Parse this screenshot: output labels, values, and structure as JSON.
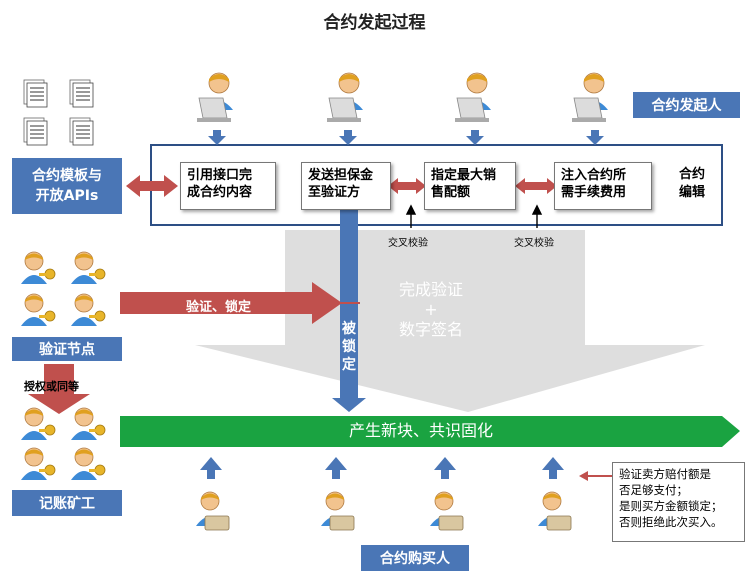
{
  "title": "合约发起过程",
  "initiator_label": "合约发起人",
  "templates_label_1": "合约模板与",
  "templates_label_2": "开放APIs",
  "edit_label_1": "合约",
  "edit_label_2": "编辑",
  "steps": [
    {
      "line1": "引用接口完",
      "line2": "成合约内容"
    },
    {
      "line1": "发送担保金",
      "line2": "至验证方"
    },
    {
      "line1": "指定最大销",
      "line2": "售配额"
    },
    {
      "line1": "注入合约所",
      "line2": "需手续费用"
    }
  ],
  "cross_check_1": "交叉校验",
  "cross_check_2": "交叉校验",
  "verify_lock_label": "验证、锁定",
  "complete_line1": "完成验证",
  "complete_line2": "+",
  "complete_line3": "数字签名",
  "locked_chars": [
    "被",
    "锁",
    "定"
  ],
  "verify_node_label": "验证节点",
  "auth_label": "授权或同等",
  "bookkeeper_label": "记账矿工",
  "consensus_label": "产生新块、共识固化",
  "buyer_label": "合约购买人",
  "buyer_note": [
    "验证卖方赔付额是",
    "否足够支付；",
    "是则买方金额锁定；",
    "否则拒绝此次买入。"
  ],
  "colors": {
    "blue": "#4a76b6",
    "red": "#c0504d",
    "green": "#1aa341",
    "gray": "#d9d9d9"
  }
}
